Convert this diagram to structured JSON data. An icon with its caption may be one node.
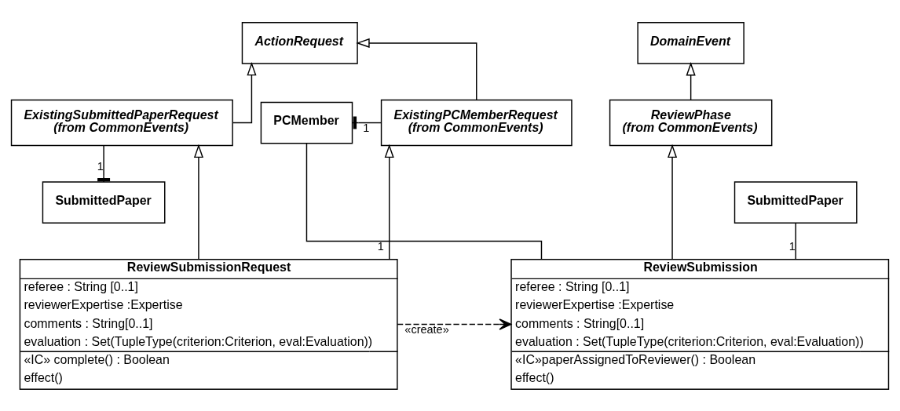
{
  "diagram": {
    "nodes": [
      {
        "text": [
          "ActionRequest"
        ]
      },
      {
        "text": [
          "ExistingSubmittedPaperRequest",
          "(from CommonEvents)"
        ]
      },
      {
        "text": [
          "ExistingPCMemberRequest",
          "(from CommonEvents)"
        ]
      },
      {
        "text": [
          "PCMember"
        ]
      },
      {
        "text": [
          "DomainEvent"
        ]
      },
      {
        "text": [
          "ReviewPhase",
          "(from CommonEvents)"
        ]
      },
      {
        "text": [
          "SubmittedPaper"
        ]
      },
      {
        "text": [
          "SubmittedPaper"
        ]
      },
      {
        "text": [
          "ReviewSubmissionRequest",
          "referee : String [0..1]",
          "reviewerExpertise :Expertise",
          "comments : String[0..1]",
          "evaluation : Set(TupleType(criterion:Criterion, eval:Evaluation))",
          "«IC» complete() : Boolean",
          "effect()"
        ]
      },
      {
        "text": [
          "ReviewSubmission",
          "referee : String [0..1]",
          "reviewerExpertise :Expertise",
          "comments : String[0..1]",
          "evaluation : Set(TupleType(criterion:Criterion, eval:Evaluation))",
          "«IC»paperAssignedToReviewer() : Boolean",
          "effect()"
        ]
      }
    ],
    "edges": [
      {
        "from": 1,
        "to": 0,
        "arrow": "to"
      },
      {
        "from": 2,
        "to": 0,
        "arrow": "to"
      },
      {
        "from": 6,
        "to": 1,
        "arrow": "other",
        "label": "1"
      },
      {
        "from": 3,
        "to": 2,
        "arrow": "other",
        "label": "1"
      },
      {
        "from": 9,
        "to": 3,
        "arrow": "none",
        "label": "1"
      },
      {
        "from": 5,
        "to": 4,
        "arrow": "to"
      },
      {
        "from": 9,
        "to": 7,
        "arrow": "none",
        "label": "1"
      },
      {
        "from": 8,
        "to": 1,
        "arrow": "to"
      },
      {
        "from": 8,
        "to": 2,
        "arrow": "to"
      },
      {
        "from": 9,
        "to": 5,
        "arrow": "to"
      },
      {
        "from": 8,
        "to": 9,
        "arrow": "to",
        "style": "dashed",
        "label": "«create»"
      }
    ]
  }
}
